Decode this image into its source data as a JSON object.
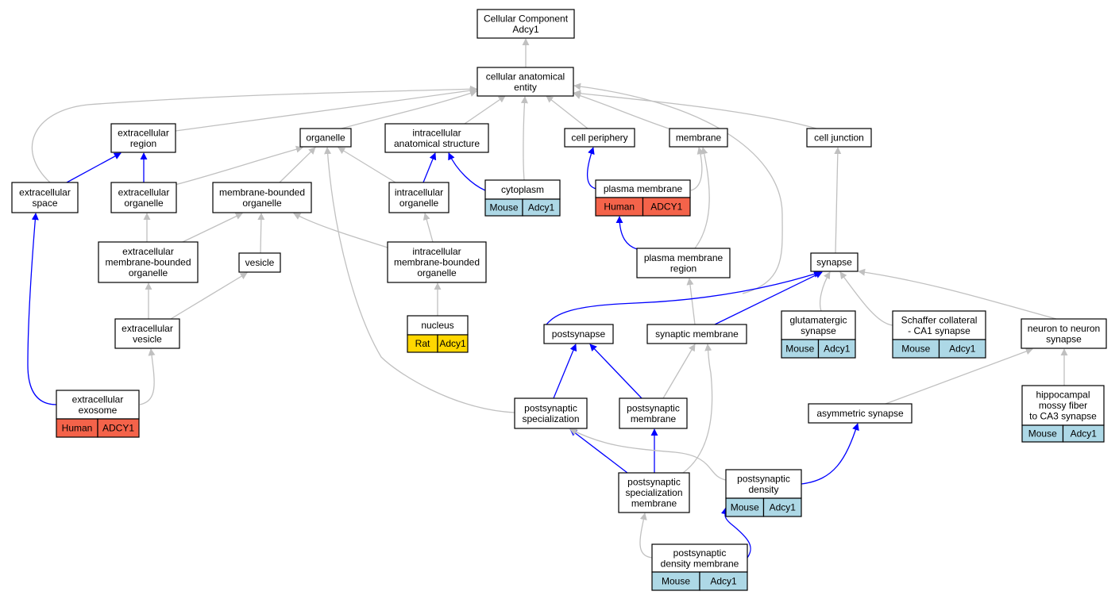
{
  "colors": {
    "Mouse": "#add8e6",
    "Rat": "#ffd700",
    "Human": "#f4634a",
    "edge_is_a": "#c0c0c0",
    "edge_part_of": "#0000ff"
  },
  "nodes": [
    {
      "id": "cc",
      "lines": [
        "Cellular Component",
        "Adcy1"
      ]
    },
    {
      "id": "cae",
      "lines": [
        "cellular anatomical",
        "entity"
      ]
    },
    {
      "id": "extreg",
      "lines": [
        "extracellular",
        "region"
      ]
    },
    {
      "id": "organelle",
      "lines": [
        "organelle"
      ]
    },
    {
      "id": "ias",
      "lines": [
        "intracellular",
        "anatomical structure"
      ]
    },
    {
      "id": "cellper",
      "lines": [
        "cell periphery"
      ]
    },
    {
      "id": "membrane",
      "lines": [
        "membrane"
      ]
    },
    {
      "id": "celljunc",
      "lines": [
        "cell junction"
      ]
    },
    {
      "id": "extspace",
      "lines": [
        "extracellular",
        "space"
      ]
    },
    {
      "id": "extorg",
      "lines": [
        "extracellular",
        "organelle"
      ]
    },
    {
      "id": "mbo",
      "lines": [
        "membrane-bounded",
        "organelle"
      ]
    },
    {
      "id": "icorg",
      "lines": [
        "intracellular",
        "organelle"
      ]
    },
    {
      "id": "cytoplasm",
      "lines": [
        "cytoplasm"
      ],
      "orgs": [
        {
          "species": "Mouse",
          "gene": "Adcy1"
        }
      ]
    },
    {
      "id": "pm",
      "lines": [
        "plasma membrane"
      ],
      "orgs": [
        {
          "species": "Human",
          "gene": "ADCY1"
        }
      ]
    },
    {
      "id": "embo",
      "lines": [
        "extracellular",
        "membrane-bounded",
        "organelle"
      ]
    },
    {
      "id": "vesicle",
      "lines": [
        "vesicle"
      ]
    },
    {
      "id": "imbo",
      "lines": [
        "intracellular",
        "membrane-bounded",
        "organelle"
      ]
    },
    {
      "id": "pmr",
      "lines": [
        "plasma membrane",
        "region"
      ]
    },
    {
      "id": "synapse",
      "lines": [
        "synapse"
      ]
    },
    {
      "id": "extves",
      "lines": [
        "extracellular",
        "vesicle"
      ]
    },
    {
      "id": "nucleus",
      "lines": [
        "nucleus"
      ],
      "orgs": [
        {
          "species": "Rat",
          "gene": "Adcy1"
        }
      ]
    },
    {
      "id": "postsyn",
      "lines": [
        "postsynapse"
      ]
    },
    {
      "id": "synmem",
      "lines": [
        "synaptic membrane"
      ]
    },
    {
      "id": "glut",
      "lines": [
        "glutamatergic",
        "synapse"
      ],
      "orgs": [
        {
          "species": "Mouse",
          "gene": "Adcy1"
        }
      ]
    },
    {
      "id": "schaffer",
      "lines": [
        "Schaffer collateral",
        "- CA1 synapse"
      ],
      "orgs": [
        {
          "species": "Mouse",
          "gene": "Adcy1"
        }
      ]
    },
    {
      "id": "n2n",
      "lines": [
        "neuron to neuron",
        "synapse"
      ]
    },
    {
      "id": "exosome",
      "lines": [
        "extracellular",
        "exosome"
      ],
      "orgs": [
        {
          "species": "Human",
          "gene": "ADCY1"
        }
      ]
    },
    {
      "id": "pss",
      "lines": [
        "postsynaptic",
        "specialization"
      ]
    },
    {
      "id": "psm",
      "lines": [
        "postsynaptic",
        "membrane"
      ]
    },
    {
      "id": "asym",
      "lines": [
        "asymmetric synapse"
      ]
    },
    {
      "id": "hippo",
      "lines": [
        "hippocampal",
        "mossy fiber",
        "to CA3 synapse"
      ],
      "orgs": [
        {
          "species": "Mouse",
          "gene": "Adcy1"
        }
      ]
    },
    {
      "id": "pssm",
      "lines": [
        "postsynaptic",
        "specialization",
        "membrane"
      ]
    },
    {
      "id": "psd",
      "lines": [
        "postsynaptic",
        "density"
      ],
      "orgs": [
        {
          "species": "Mouse",
          "gene": "Adcy1"
        }
      ]
    },
    {
      "id": "psdm",
      "lines": [
        "postsynaptic",
        "density membrane"
      ],
      "orgs": [
        {
          "species": "Mouse",
          "gene": "Adcy1"
        }
      ]
    }
  ],
  "edges": [
    {
      "from": "cae",
      "to": "cc",
      "type": "is_a"
    },
    {
      "from": "extreg",
      "to": "cae",
      "type": "is_a"
    },
    {
      "from": "organelle",
      "to": "cae",
      "type": "is_a"
    },
    {
      "from": "ias",
      "to": "cae",
      "type": "is_a"
    },
    {
      "from": "cytoplasm",
      "to": "cae",
      "type": "is_a"
    },
    {
      "from": "cellper",
      "to": "cae",
      "type": "is_a"
    },
    {
      "from": "membrane",
      "to": "cae",
      "type": "is_a"
    },
    {
      "from": "celljunc",
      "to": "cae",
      "type": "is_a"
    },
    {
      "from": "extspace",
      "to": "cae",
      "type": "is_a"
    },
    {
      "from": "postsyn",
      "to": "cae",
      "type": "is_a"
    },
    {
      "from": "extspace",
      "to": "extreg",
      "type": "part_of"
    },
    {
      "from": "extorg",
      "to": "extreg",
      "type": "part_of"
    },
    {
      "from": "extorg",
      "to": "organelle",
      "type": "is_a"
    },
    {
      "from": "mbo",
      "to": "organelle",
      "type": "is_a"
    },
    {
      "from": "icorg",
      "to": "organelle",
      "type": "is_a"
    },
    {
      "from": "pss",
      "to": "organelle",
      "type": "is_a"
    },
    {
      "from": "icorg",
      "to": "ias",
      "type": "part_of"
    },
    {
      "from": "cytoplasm",
      "to": "ias",
      "type": "part_of"
    },
    {
      "from": "pm",
      "to": "cellper",
      "type": "part_of"
    },
    {
      "from": "pm",
      "to": "membrane",
      "type": "is_a"
    },
    {
      "from": "pmr",
      "to": "membrane",
      "type": "is_a"
    },
    {
      "from": "embo",
      "to": "extorg",
      "type": "is_a"
    },
    {
      "from": "embo",
      "to": "mbo",
      "type": "is_a"
    },
    {
      "from": "vesicle",
      "to": "mbo",
      "type": "is_a"
    },
    {
      "from": "imbo",
      "to": "mbo",
      "type": "is_a"
    },
    {
      "from": "imbo",
      "to": "icorg",
      "type": "is_a"
    },
    {
      "from": "nucleus",
      "to": "imbo",
      "type": "is_a"
    },
    {
      "from": "pmr",
      "to": "pm",
      "type": "part_of"
    },
    {
      "from": "synmem",
      "to": "pmr",
      "type": "is_a"
    },
    {
      "from": "synapse",
      "to": "celljunc",
      "type": "is_a"
    },
    {
      "from": "extves",
      "to": "embo",
      "type": "is_a"
    },
    {
      "from": "extves",
      "to": "vesicle",
      "type": "is_a"
    },
    {
      "from": "exosome",
      "to": "extspace",
      "type": "part_of"
    },
    {
      "from": "exosome",
      "to": "extves",
      "type": "is_a"
    },
    {
      "from": "postsyn",
      "to": "synapse",
      "type": "part_of"
    },
    {
      "from": "synmem",
      "to": "synapse",
      "type": "part_of"
    },
    {
      "from": "glut",
      "to": "synapse",
      "type": "is_a"
    },
    {
      "from": "schaffer",
      "to": "synapse",
      "type": "is_a"
    },
    {
      "from": "n2n",
      "to": "synapse",
      "type": "is_a"
    },
    {
      "from": "pss",
      "to": "postsyn",
      "type": "part_of"
    },
    {
      "from": "psm",
      "to": "postsyn",
      "type": "part_of"
    },
    {
      "from": "psm",
      "to": "synmem",
      "type": "is_a"
    },
    {
      "from": "pssm",
      "to": "synmem",
      "type": "is_a"
    },
    {
      "from": "asym",
      "to": "n2n",
      "type": "is_a"
    },
    {
      "from": "hippo",
      "to": "n2n",
      "type": "is_a"
    },
    {
      "from": "pssm",
      "to": "pss",
      "type": "part_of"
    },
    {
      "from": "pssm",
      "to": "psm",
      "type": "part_of"
    },
    {
      "from": "psd",
      "to": "pss",
      "type": "is_a"
    },
    {
      "from": "psd",
      "to": "asym",
      "type": "part_of"
    },
    {
      "from": "psdm",
      "to": "pssm",
      "type": "is_a"
    },
    {
      "from": "psdm",
      "to": "psd",
      "type": "part_of"
    }
  ]
}
